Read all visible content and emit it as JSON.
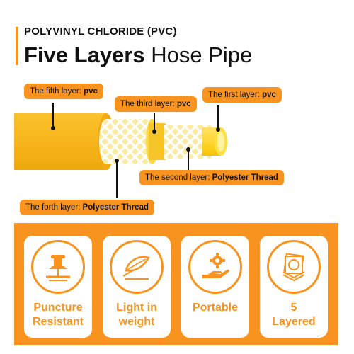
{
  "header": {
    "subtitle": "POLYVINYL CHLORIDE (PVC)",
    "title_bold": "Five Layers",
    "title_rest": " Hose Pipe"
  },
  "layers": {
    "fifth": {
      "prefix": "The fifth layer: ",
      "value": "pvc"
    },
    "third": {
      "prefix": "The third layer: ",
      "value": "pvc"
    },
    "first": {
      "prefix": "The first layer: ",
      "value": "pvc"
    },
    "second": {
      "prefix": "The second layer: ",
      "value": "Polyester Thread"
    },
    "fourth": {
      "prefix": "The forth layer: ",
      "value": "Polyester Thread"
    }
  },
  "features": [
    {
      "line1": "Puncture",
      "line2": "Resistant",
      "icon": "pushpin-icon"
    },
    {
      "line1": "Light in",
      "line2": "weight",
      "icon": "feather-icon"
    },
    {
      "line1": "Portable",
      "line2": "",
      "icon": "hand-gear-icon"
    },
    {
      "line1": "5",
      "line2": "Layered",
      "icon": "stacked-layers-icon"
    }
  ],
  "colors": {
    "accent": "#f7931e",
    "hose_yellow": "#f6b617",
    "inner_yellow": "#ffe34d"
  }
}
